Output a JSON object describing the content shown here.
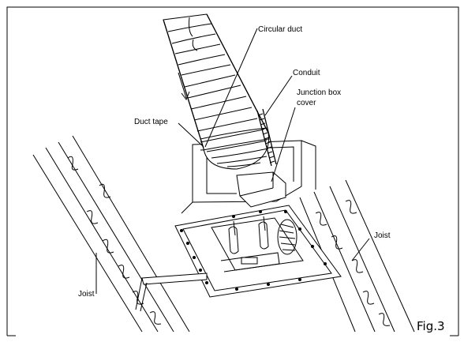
{
  "labels": {
    "circular_duct": "Circular duct",
    "conduit": "Conduit",
    "junction_box_cover_line1": "Junction box",
    "junction_box_cover_line2": "cover",
    "duct_tape": "Duct tape",
    "joist_right": "Joist",
    "joist_left": "Joist",
    "figure_number": "Fig.3"
  },
  "icons": {
    "flow_arrow": "airflow-arrow-icon"
  }
}
